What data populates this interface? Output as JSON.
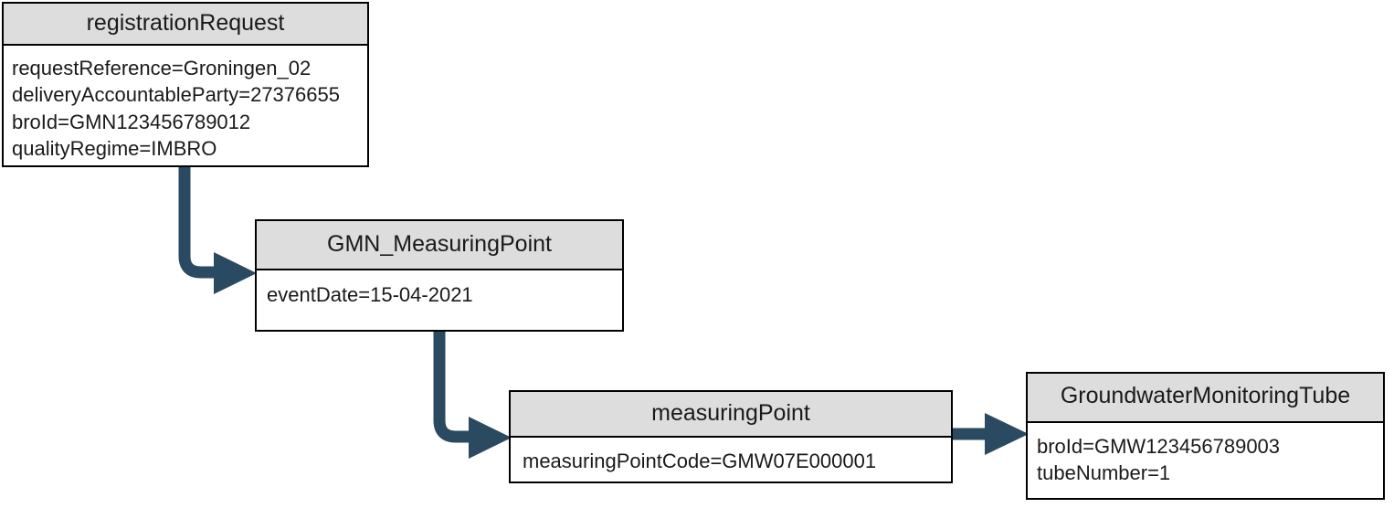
{
  "diagram": {
    "type": "uml-object-diagram",
    "background_color": "#ffffff",
    "box_header_color": "#dddddd",
    "box_border_color": "#000000",
    "connector_color": "#2a4a61",
    "text_color": "#1a1a1a",
    "objects": [
      {
        "id": "registrationRequest",
        "title": "registrationRequest",
        "attributes": [
          "requestReference=Groningen_02",
          "deliveryAccountableParty=27376655",
          "broId=GMN123456789012",
          "qualityRegime=IMBRO"
        ]
      },
      {
        "id": "GMN_MeasuringPoint",
        "title": "GMN_MeasuringPoint",
        "attributes": [
          "eventDate=15-04-2021"
        ]
      },
      {
        "id": "measuringPoint",
        "title": "measuringPoint",
        "attributes": [
          "measuringPointCode=GMW07E000001"
        ]
      },
      {
        "id": "GroundwaterMonitoringTube",
        "title": "GroundwaterMonitoringTube",
        "attributes": [
          "broId=GMW123456789003",
          "tubeNumber=1"
        ]
      }
    ],
    "connectors": [
      {
        "name": "registrationRequest-to-gmn-measuring-point",
        "from": "registrationRequest",
        "to": "GMN_MeasuringPoint",
        "style": "elbow-down-right",
        "arrowhead": "solid-filled"
      },
      {
        "name": "gmn-measuring-point-to-measuring-point",
        "from": "GMN_MeasuringPoint",
        "to": "measuringPoint",
        "style": "elbow-down-right",
        "arrowhead": "solid-filled"
      },
      {
        "name": "measuring-point-to-groundwater-monitoring-tube",
        "from": "measuringPoint",
        "to": "GroundwaterMonitoringTube",
        "style": "straight-right",
        "arrowhead": "solid-filled"
      }
    ]
  }
}
